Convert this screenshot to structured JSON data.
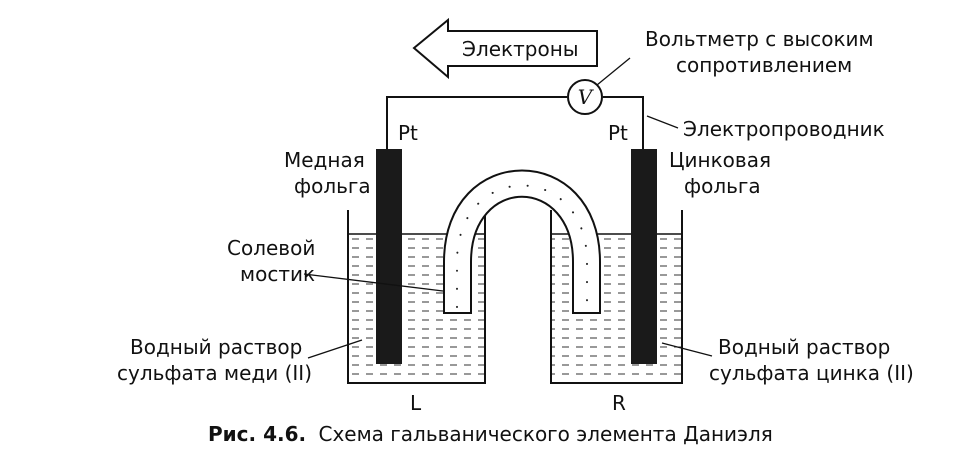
{
  "labels": {
    "electrons": "Электроны",
    "voltmeter_line1": "Вольтметр с высоким",
    "voltmeter_line2": "сопротивлением",
    "voltmeter_symbol": "V",
    "conductor": "Электропроводник",
    "pt_left": "Pt",
    "pt_right": "Pt",
    "copper_foil_line1": "Медная",
    "copper_foil_line2": "фольга",
    "zinc_foil_line1": "Цинковая",
    "zinc_foil_line2": "фольга",
    "salt_bridge_line1": "Солевой",
    "salt_bridge_line2": "мостик",
    "copper_solution_line1": "Водный раствор",
    "copper_solution_line2": "сульфата меди (II)",
    "zinc_solution_line1": "Водный раствор",
    "zinc_solution_line2": "сульфата цинка (II)",
    "left_cell": "L",
    "right_cell": "R"
  },
  "caption": {
    "number": "Рис. 4.6.",
    "text": "Схема гальванического элемента Даниэля"
  },
  "colors": {
    "ink": "#111111",
    "electrode": "#1a1a1a",
    "background": "#ffffff"
  }
}
